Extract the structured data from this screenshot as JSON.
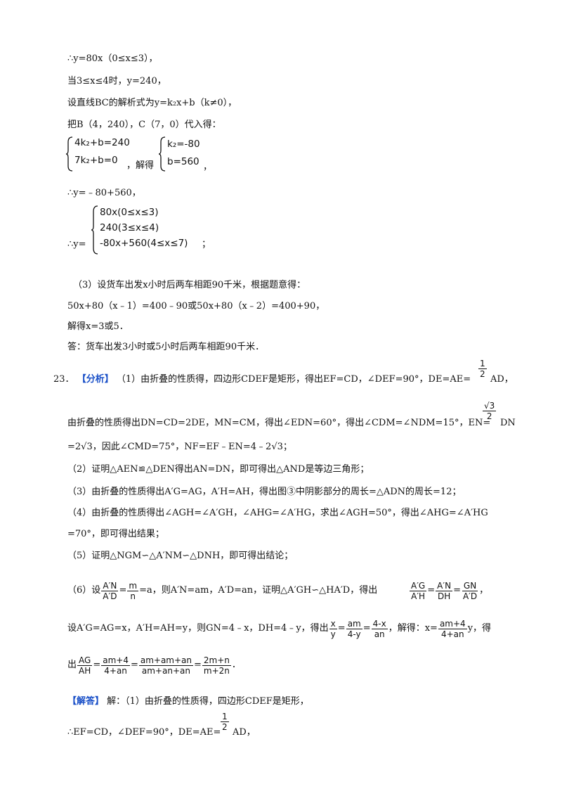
{
  "lines": {
    "l1": "∴y=80x（0≤x≤3），",
    "l2": "当3≤x≤4时，y=240，",
    "l3": "设直线BC的解析式为y=k₂x+b（k≠0），",
    "l4": "把B（4，240），C（7，0）代入得：",
    "sys1": [
      "4k₂+b=240",
      "7k₂+b=0"
    ],
    "sys1_suffix": "，解得",
    "sys2": [
      "k₂=-80",
      "b=560"
    ],
    "sys2_suffix": "，",
    "l5": "∴y=﹣80+560，",
    "piece": [
      "80x(0≤x≤3)",
      "240(3≤x≤4)",
      "-80x+560(4≤x≤7)"
    ],
    "piece_prefix": "∴y=",
    "piece_suffix": "；",
    "l6": "（3）设货车出发x小时后两车相距90千米，根据题意得：",
    "l7": "50x+80（x﹣1）=400﹣90或50x+80（x﹣2）=400+90，",
    "l8": "解得x=3或5．",
    "l9": "答：货车出发3小时或5小时后两车相距90千米．",
    "q23_num": "23．",
    "q23_tag": "【分析】",
    "q23_l1a": "（1）由折叠的性质得，四边形CDEF是矩形，得出EF=CD，∠DEF=90°，DE=AE=",
    "q23_l1b": "AD，",
    "half_n": "1",
    "half_d": "2",
    "q23_l2a": "由折叠的性质得出DN=CD=2DE，MN=CM，得出∠EDN=60°，得出∠CDM=∠NDM=15°，EN=",
    "sqrt3_n": "√3",
    "sqrt3_d": "2",
    "q23_l2b": "DN",
    "q23_l3": "=2√3，因此∠CMD=75°，NF=EF﹣EN=4﹣2√3；",
    "q23_l4": "（2）证明△AEN≌△DEN得出AN=DN，即可得出△AND是等边三角形；",
    "q23_l5": "（3）由折叠的性质得出A′G=AG，A′H=AH，得出图③中阴影部分的周长=△ADN的周长=12；",
    "q23_l6": "（4）由折叠的性质得出∠AGH=∠A′GH，∠AHG=∠A′HG，求出∠AGH=50°，得出∠AHG=∠A′HG",
    "q23_l7": "=70°，即可得出结果；",
    "q23_l8": "（5）证明△NGM∽△A′NM∽△DNH，即可得出结论；",
    "q23_l9_pre": "（6）设",
    "f1": [
      "A′N",
      "A′D"
    ],
    "f2": [
      "m",
      "n"
    ],
    "q23_l9_mid": "=a，则A′N=am，A′D=an，证明△A′GH∽△HA′D，得出",
    "f3": [
      "A′G",
      "A′H"
    ],
    "f4": [
      "A′N",
      "DH"
    ],
    "f5": [
      "GN",
      "A′D"
    ],
    "q23_l9_end": "，",
    "q23_l10_pre": "设A′G=AG=x，A′H=AH=y，则GN=4﹣x，DH=4﹣y，得出",
    "f6": [
      "x",
      "y"
    ],
    "f7": [
      "am",
      "4-y"
    ],
    "f8": [
      "4-x",
      "an"
    ],
    "q23_l10_mid": "，解得：x=",
    "f9": [
      "am+4",
      "4+an"
    ],
    "q23_l10_end": "y，得",
    "q23_l11_pre": "出",
    "f10": [
      "AG",
      "AH"
    ],
    "f11": [
      "am+4",
      "4+an"
    ],
    "f12": [
      "am+am+an",
      "am+an+an"
    ],
    "f13": [
      "2m+n",
      "m+2n"
    ],
    "q23_l11_end": "．",
    "ans_tag": "【解答】",
    "ans_l1": "解：（1）由折叠的性质得，四边形CDEF是矩形，",
    "ans_l2a": "∴EF=CD，∠DEF=90°，DE=AE=",
    "ans_l2b": "AD，"
  }
}
